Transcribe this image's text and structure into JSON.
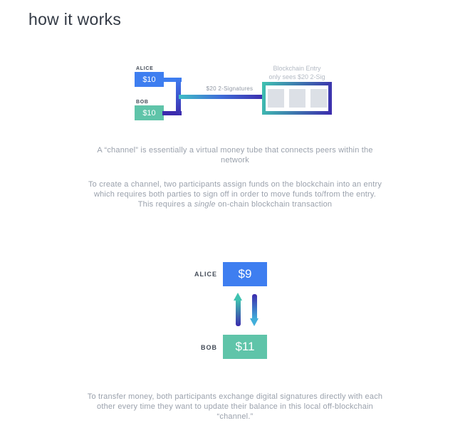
{
  "page": {
    "title": "how it works"
  },
  "colors": {
    "blue": "#3e7ef0",
    "teal": "#5fc4a9",
    "teal_border": "#3fc2b0",
    "indigo": "#3c2bad",
    "cyan": "#3fbdc5",
    "arrow_blue": "#41aeda",
    "title": "#333a45",
    "label_dark": "#434b57",
    "gray_text": "#9aa1ac",
    "mid_gray": "#8f96a3",
    "light_gray": "#b3bac4",
    "square_gray": "#dce0e6"
  },
  "diagram1": {
    "alice_label": "ALICE",
    "alice_amount": "$10",
    "bob_label": "BOB",
    "bob_amount": "$10",
    "channel_label": "$20 2-Signatures",
    "blockchain_caption_line1": "Blockchain Entry",
    "blockchain_caption_line2": "only sees $20 2-Sig"
  },
  "paragraphs": {
    "p1": "A “channel” is essentially a virtual money tube that connects peers within the network",
    "p2_before": "To create a channel, two participants assign funds on the blockchain into an entry which requires both parties to sign off in order to move funds to/from the entry. This requires a ",
    "p2_italic": "single",
    "p2_after": " on-chain blockchain transaction",
    "p3": "To transfer money, both participants exchange digital signatures directly with each other every time they want to update their balance in this local off-blockchain “channel.”"
  },
  "diagram2": {
    "alice_label": "ALICE",
    "alice_amount": "$9",
    "bob_label": "BOB",
    "bob_amount": "$11"
  }
}
